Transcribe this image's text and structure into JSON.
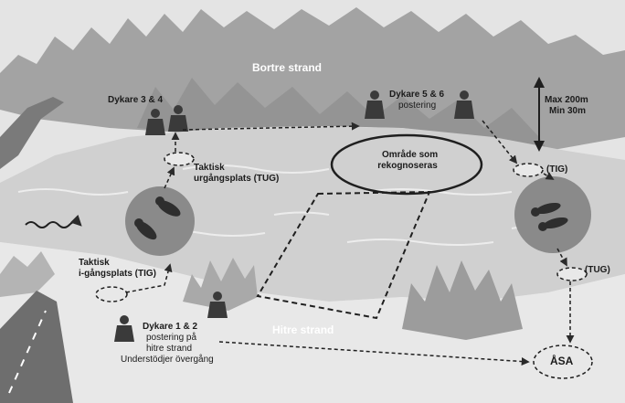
{
  "labels": {
    "far_shore": "Bortre strand",
    "near_shore": "Hitre strand",
    "divers_3_4": "Dykare 3 & 4",
    "divers_5_6": "Dykare 5 & 6",
    "divers_5_6_sub": "postering",
    "divers_1_2": "Dykare 1 & 2",
    "divers_1_2_l2": "postering på",
    "divers_1_2_l3": "hitre strand",
    "divers_1_2_l4": "Understödjer övergång",
    "tug_tactical_1": "Taktisk",
    "tug_tactical_2": "urgångsplats (TUG)",
    "tig_tactical_1": "Taktisk",
    "tig_tactical_2": "i-gångsplats (TIG)",
    "recon_area_1": "Område som",
    "recon_area_2": "rekognoseras",
    "tig_short": "(TIG)",
    "tug_short": "(TUG)",
    "distance_max": "Max 200m",
    "distance_min": "Min 30m",
    "assembly": "ÅSA"
  },
  "colors": {
    "water": "#d2d2d2",
    "land": "#e6e6e6",
    "forest": "#9a9a9a",
    "diver_circle": "#8c8c8c",
    "line": "#2a2a2a"
  }
}
